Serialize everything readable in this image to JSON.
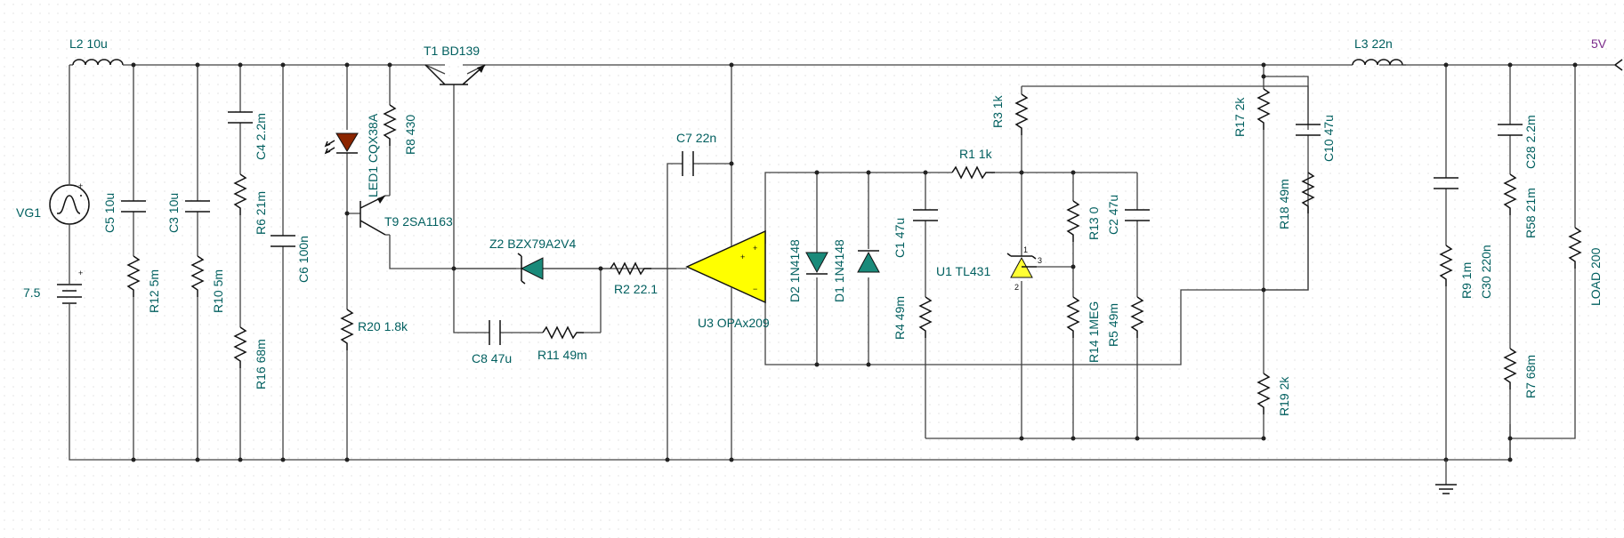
{
  "schematic": {
    "title": "",
    "labels": {
      "vg1": "VG1",
      "batt": "7.5",
      "l2": "L2 10u",
      "l3": "L3 22n",
      "out": "5V",
      "t1": "T1 BD139",
      "t9": "T9 2SA1163",
      "led1": "LED1 CQX38A",
      "r8": "R8 430",
      "r20": "R20 1.8k",
      "c5": "C5 10u",
      "r12": "R12 5m",
      "c3": "C3 10u",
      "r10": "R10 5m",
      "c4": "C4 2.2m",
      "r6": "R6 21m",
      "r16": "R16 68m",
      "c6": "C6 100n",
      "z2": "Z2 BZX79A2V4",
      "r2": "R2 22.1",
      "c8": "C8 47u",
      "r11": "R11 49m",
      "c7": "C7 22n",
      "u3": "U3 OPAx209",
      "d2": "D2 1N4148",
      "d1": "D1 1N4148",
      "c1": "C1 47u",
      "r4": "R4 49m",
      "r1": "R1 1k",
      "r3": "R3 1k",
      "u1": "U1 TL431",
      "r13": "R13 0",
      "r14": "R14 1MEG",
      "c2": "C2 47u",
      "r5": "R5 49m",
      "r17": "R17 2k",
      "r18": "R18 49m",
      "c10": "C10 47u",
      "r19": "R19 2k",
      "c30": "C30 220n",
      "r9": "R9 1m",
      "c28": "C28 2.2m",
      "r58": "R58 21m",
      "r7": "R7 68m",
      "load": "LOAD 200"
    },
    "pins": {
      "plus": "+",
      "minus": "−",
      "one": "1",
      "two": "2",
      "three": "3"
    },
    "colors": {
      "wire": "#404040",
      "label": "#005f5f",
      "opamp_fill": "#ffff00",
      "zener_fill": "#1a8a7a",
      "led_fill": "#8b2500",
      "tl431_fill": "#ffff33"
    }
  }
}
